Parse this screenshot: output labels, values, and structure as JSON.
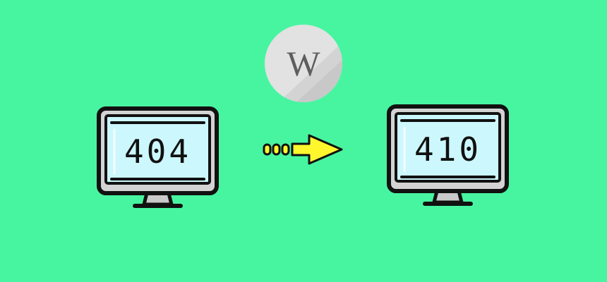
{
  "wikipedia_logo": {
    "letter": "W",
    "icon": "wikipedia-globe-icon"
  },
  "source_monitor": {
    "code": "404",
    "icon": "monitor-icon"
  },
  "target_monitor": {
    "code": "410",
    "icon": "monitor-icon"
  },
  "transition_arrow": {
    "icon": "dotted-arrow-right-icon",
    "color": "#fff62e"
  },
  "colors": {
    "background": "#47f5a0",
    "screen": "#ccf7fd",
    "outline": "#111111",
    "stand": "#c9c9c9"
  }
}
